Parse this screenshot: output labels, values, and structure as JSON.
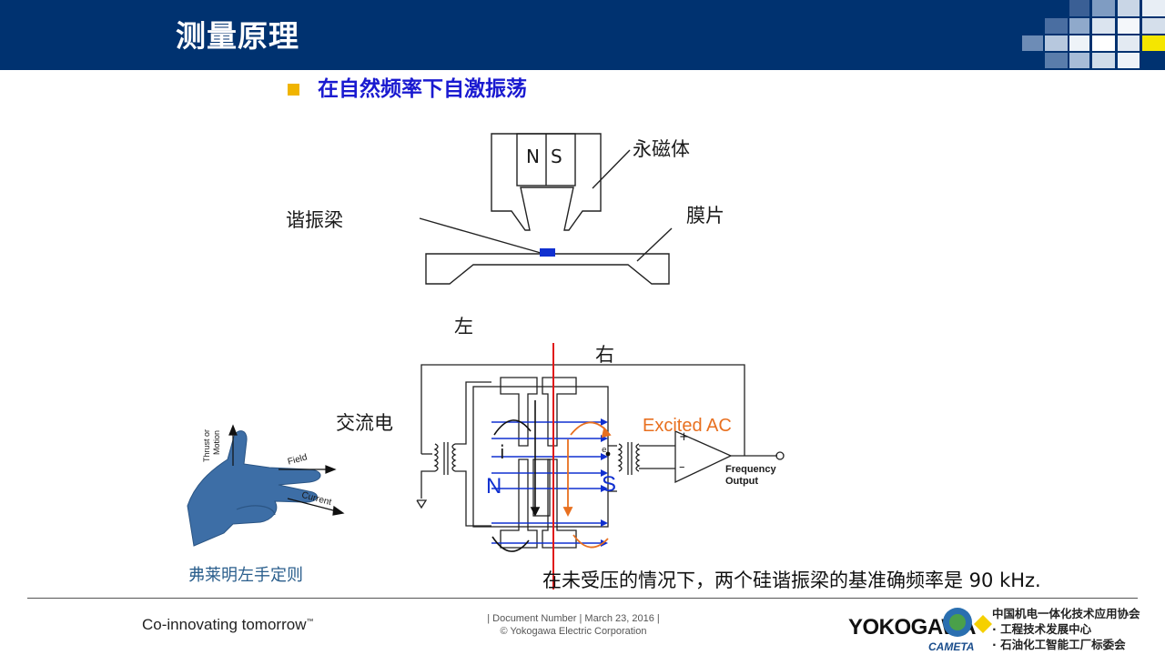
{
  "header": {
    "title": "测量原理"
  },
  "bullet": {
    "text": "在自然频率下自激振荡"
  },
  "diagram": {
    "magnet_n": "N",
    "magnet_s": "S",
    "label_permanent_magnet": "永磁体",
    "label_diaphragm": "膜片",
    "label_resonant_beam": "谐振梁",
    "label_left": "左",
    "label_right": "右",
    "label_ac": "交流电",
    "label_excited_ac": "Excited AC",
    "label_current_i": "i",
    "label_pole_n": "N",
    "label_pole_s": "S",
    "label_freq_output_1": "Frequency",
    "label_freq_output_2": "Output",
    "op_plus": "+",
    "op_minus": "–",
    "label_e": "e"
  },
  "hand": {
    "thrust_1": "Thrust or",
    "thrust_2": "Motion",
    "field": "Field",
    "current": "Current",
    "caption": "弗莱明左手定则"
  },
  "note": {
    "text": "在未受压的情况下，两个硅谐振梁的基准确频率是 90 kHz."
  },
  "footer": {
    "tagline": "Co-innovating tomorrow",
    "tagline_tm": "™",
    "doc_line1": "| Document Number | March 23, 2016 |",
    "doc_line2": "© Yokogawa Electric Corporation",
    "brand": "YOKOGAWA",
    "cameta": "CAMETA",
    "assoc_line1": "中国机电一体化技术应用协会",
    "assoc_line2": "· 工程技术发展中心",
    "assoc_line3": "· 石油化工智能工厂标委会"
  },
  "colors": {
    "header_bg": "#003270",
    "accent_blue": "#1a1ad0",
    "bullet": "#f0b400",
    "red_line": "#e01818",
    "orange": "#e87020",
    "beam_blue": "#1030d0"
  }
}
